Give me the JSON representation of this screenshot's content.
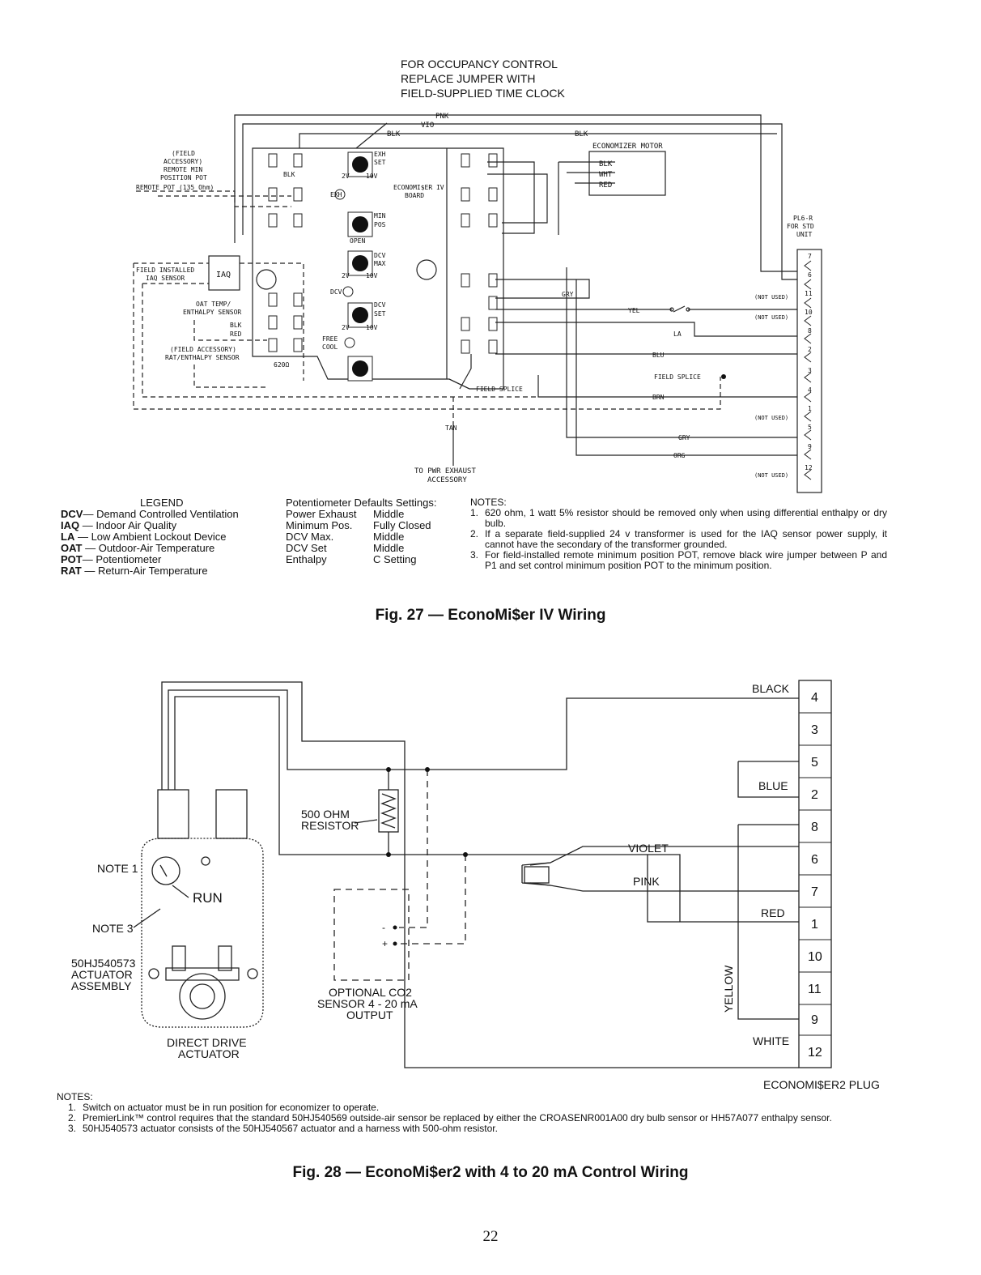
{
  "fig27": {
    "occupancy_note": [
      "FOR OCCUPANCY CONTROL",
      "REPLACE JUMPER WITH",
      "FIELD-SUPPLIED TIME CLOCK"
    ],
    "wire_labels": {
      "pnk": "PNK",
      "vio": "VIO",
      "blk": "BLK",
      "blk2": "BLK",
      "red": "RED",
      "wht": "WHT",
      "gry": "GRY",
      "yel": "YEL",
      "blu": "BLU",
      "brn": "BRN",
      "gry2": "GRY",
      "org": "ORG",
      "tan": "TAN"
    },
    "field_pot": [
      "(FIELD",
      "ACCESSORY)",
      "REMOTE MIN",
      "POSITION POT"
    ],
    "remote_pot": "REMOTE POT (135 Ohm)",
    "economizer_motor": "ECONOMIZER MOTOR",
    "board": [
      "ECONOMI$ER IV",
      "BOARD"
    ],
    "iaq": [
      "FIELD INSTALLED",
      "IAQ SENSOR",
      "IAQ"
    ],
    "oat": [
      "OAT TEMP/",
      "ENTHALPY SENSOR"
    ],
    "rat": [
      "(FIELD ACCESSORY)",
      "RAT/ENTHALPY SENSOR"
    ],
    "board_labels": {
      "exh": "EXH",
      "set": "SET",
      "min": "MIN",
      "pos": "POS",
      "open": "OPEN",
      "dcv": "DCV",
      "max": "MAX",
      "free": "FREE",
      "cool": "COOL",
      "v2": "2V",
      "v10": "10V",
      "resistor": "620Ω"
    },
    "pl6": [
      "PL6-R",
      "FOR STD",
      "UNIT"
    ],
    "field_splice": "FIELD SPLICE",
    "not_used": "(NOT USED)",
    "pins": [
      "7",
      "6",
      "11",
      "10",
      "8",
      "2",
      "3",
      "4",
      "1",
      "5",
      "9",
      "12"
    ],
    "pwr_exhaust": [
      "TO PWR EXHAUST",
      "ACCESSORY"
    ],
    "la": "LA",
    "legend_title": "LEGEND",
    "legend": [
      {
        "abbr": "DCV",
        "def": "— Demand Controlled Ventilation"
      },
      {
        "abbr": "IAQ",
        "def": " — Indoor Air Quality"
      },
      {
        "abbr": "LA",
        "def": "   — Low Ambient Lockout Device"
      },
      {
        "abbr": "OAT",
        "def": " — Outdoor-Air Temperature"
      },
      {
        "abbr": "POT",
        "def": "— Potentiometer"
      },
      {
        "abbr": "RAT",
        "def": " — Return-Air Temperature"
      }
    ],
    "pot_title": "Potentiometer Defaults Settings:",
    "pot_settings": [
      {
        "name": "Power Exhaust",
        "value": "Middle"
      },
      {
        "name": "Minimum Pos.",
        "value": "Fully Closed"
      },
      {
        "name": "DCV Max.",
        "value": "Middle"
      },
      {
        "name": "DCV Set",
        "value": "Middle"
      },
      {
        "name": "Enthalpy",
        "value": "C Setting"
      }
    ],
    "notes_title": "NOTES:",
    "notes": [
      "620 ohm, 1 watt 5% resistor should be removed only when using differential enthalpy or dry bulb.",
      "If a separate field-supplied 24 v transformer is used for the IAQ sensor power supply, it cannot have the secondary of the transformer grounded.",
      "For field-installed remote minimum position POT, remove black wire jumper between P and P1 and set control minimum position POT to the minimum position."
    ],
    "caption": "Fig. 27 — EconoMi$er IV Wiring"
  },
  "fig28": {
    "wires": {
      "black": "BLACK",
      "blue": "BLUE",
      "violet": "VIOLET",
      "pink": "PINK",
      "red": "RED",
      "yellow": "YELLOW",
      "white": "WHITE"
    },
    "plug_pins": [
      "4",
      "3",
      "5",
      "2",
      "8",
      "6",
      "7",
      "1",
      "10",
      "11",
      "9",
      "12"
    ],
    "resistor": [
      "500 OHM",
      "RESISTOR"
    ],
    "note1": "NOTE 1",
    "note3": "NOTE 3",
    "run": "RUN",
    "actuator_assembly": [
      "50HJ540573",
      "ACTUATOR",
      "ASSEMBLY"
    ],
    "direct_drive": [
      "DIRECT DRIVE",
      "ACTUATOR"
    ],
    "co2": [
      "OPTIONAL CO2",
      "SENSOR 4 - 20 mA",
      "OUTPUT"
    ],
    "plug": "ECONOMI$ER2 PLUG",
    "notes_title": "NOTES:",
    "notes": [
      "Switch on actuator must be in run position for economizer to operate.",
      "PremierLink™ control requires that the standard 50HJ540569 outside-air sensor be replaced by either the CROASENR001A00 dry bulb sensor or HH57A077 enthalpy sensor.",
      "50HJ540573 actuator consists of the 50HJ540567 actuator and a harness with 500-ohm resistor."
    ],
    "caption": "Fig. 28 — EconoMi$er2 with 4 to 20 mA Control Wiring"
  },
  "page_number": "22"
}
